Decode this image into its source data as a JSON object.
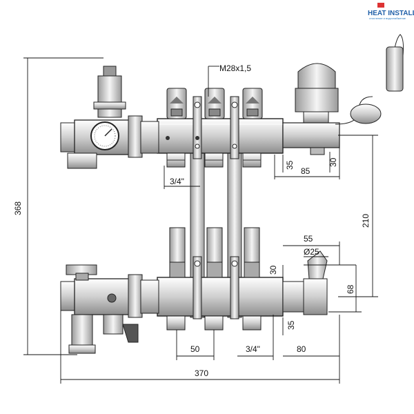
{
  "logo": {
    "brand": "HEAT INSTALL",
    "tagline": "отопление и водоснабжение"
  },
  "dimensions": {
    "thread": "M28x1,5",
    "overall_height": "368",
    "overall_width": "370",
    "spacing_top_35": "35",
    "spacing_top_30": "30",
    "offset_85": "85",
    "inlet_top": "3/4\"",
    "center_210": "210",
    "offset_55": "55",
    "diameter": "Ø25",
    "height_30": "30",
    "height_68": "68",
    "spacing_bottom_35": "35",
    "pitch_50": "50",
    "outlet_bottom": "3/4\"",
    "offset_80": "80"
  }
}
